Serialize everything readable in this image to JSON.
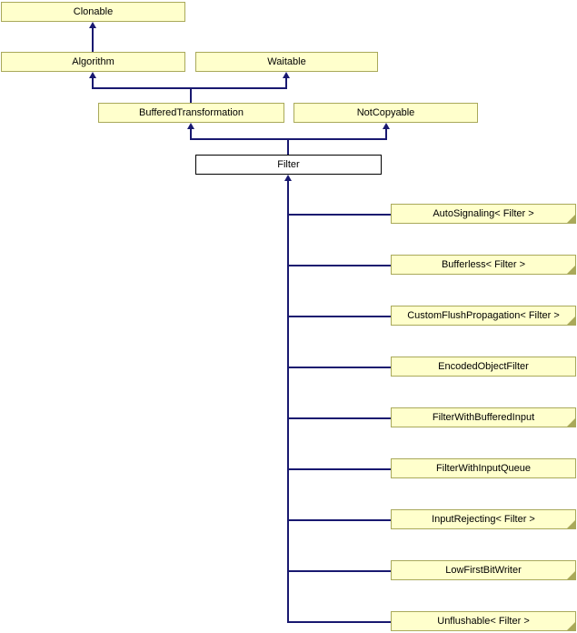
{
  "diagram": {
    "type": "class-inheritance-diagram",
    "colors": {
      "background": "#FFFFFF",
      "node_fill": "#FFFFCC",
      "node_border": "#A9A95A",
      "edge_color": "#191970",
      "text_color": "#000000",
      "highlight_fill": "#FFFFFF",
      "highlight_border": "#000000"
    },
    "nodes": {
      "clonable": {
        "label": "Clonable"
      },
      "algorithm": {
        "label": "Algorithm"
      },
      "waitable": {
        "label": "Waitable"
      },
      "buffered_transformation": {
        "label": "BufferedTransformation"
      },
      "not_copyable": {
        "label": "NotCopyable"
      },
      "filter": {
        "label": "Filter",
        "highlighted": true
      },
      "derived": [
        {
          "label": "AutoSignaling< Filter >",
          "truncated": true
        },
        {
          "label": "Bufferless< Filter >",
          "truncated": true
        },
        {
          "label": "CustomFlushPropagation< Filter >",
          "truncated": true
        },
        {
          "label": "EncodedObjectFilter",
          "truncated": false
        },
        {
          "label": "FilterWithBufferedInput",
          "truncated": true
        },
        {
          "label": "FilterWithInputQueue",
          "truncated": false
        },
        {
          "label": "InputRejecting< Filter >",
          "truncated": true
        },
        {
          "label": "LowFirstBitWriter",
          "truncated": true
        },
        {
          "label": "Unflushable< Filter >",
          "truncated": true
        }
      ]
    },
    "relations": [
      {
        "derived": "Algorithm",
        "base": "Clonable"
      },
      {
        "derived": "BufferedTransformation",
        "base": "Algorithm"
      },
      {
        "derived": "BufferedTransformation",
        "base": "Waitable"
      },
      {
        "derived": "Filter",
        "base": "BufferedTransformation"
      },
      {
        "derived": "Filter",
        "base": "NotCopyable"
      },
      {
        "derived": "AutoSignaling< Filter >",
        "base": "Filter"
      },
      {
        "derived": "Bufferless< Filter >",
        "base": "Filter"
      },
      {
        "derived": "CustomFlushPropagation< Filter >",
        "base": "Filter"
      },
      {
        "derived": "EncodedObjectFilter",
        "base": "Filter"
      },
      {
        "derived": "FilterWithBufferedInput",
        "base": "Filter"
      },
      {
        "derived": "FilterWithInputQueue",
        "base": "Filter"
      },
      {
        "derived": "InputRejecting< Filter >",
        "base": "Filter"
      },
      {
        "derived": "LowFirstBitWriter",
        "base": "Filter"
      },
      {
        "derived": "Unflushable< Filter >",
        "base": "Filter"
      }
    ]
  }
}
